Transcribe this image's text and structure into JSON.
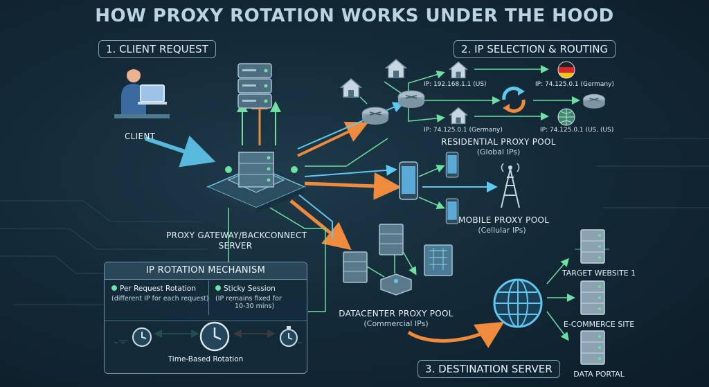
{
  "header": {
    "title": "HOW PROXY ROTATION WORKS UNDER THE HOOD"
  },
  "steps": {
    "client_request": "1. CLIENT REQUEST",
    "ip_selection": "2. IP SELECTION & ROUTING",
    "destination": "3. DESTINATION SERVER"
  },
  "client": {
    "label": "CLIENT"
  },
  "gateway": {
    "label_line1": "PROXY GATEWAY/BACKCONNECT",
    "label_line2": "SERVER"
  },
  "residential": {
    "title": "RESIDENTIAL PROXY POOL",
    "subtitle": "(Global IPs)",
    "ips": [
      "IP: 192.168.1.1 (US)",
      "IP: 74.125.0.1 (Germany)",
      "IP: 74.125.0.1 (Germany)",
      "IP: 74.125.0.1 (US, (US)"
    ]
  },
  "mobile": {
    "title": "MOBILE PROXY POOL",
    "subtitle": "(Cellular IPs)"
  },
  "datacenter": {
    "title": "DATACENTER PROXY POOL",
    "subtitle": "(Commercial IPs)"
  },
  "rotation": {
    "title": "IP ROTATION MECHANISM",
    "per_request_title": "Per Request Rotation",
    "per_request_desc": "(different IP for each request)",
    "sticky_title": "Sticky Session",
    "sticky_desc_line1": "(IP remains fixed for",
    "sticky_desc_line2": "10-30 mins)",
    "time_based": "Time-Based Rotation"
  },
  "targets": [
    "TARGET WEBSITE 1",
    "E-COMMERCE SITE",
    "DATA PORTAL"
  ],
  "colors": {
    "accent_orange": "#f08a3c",
    "accent_blue": "#5fc8ee",
    "accent_green": "#6ee0a0",
    "background": "#142a38"
  }
}
